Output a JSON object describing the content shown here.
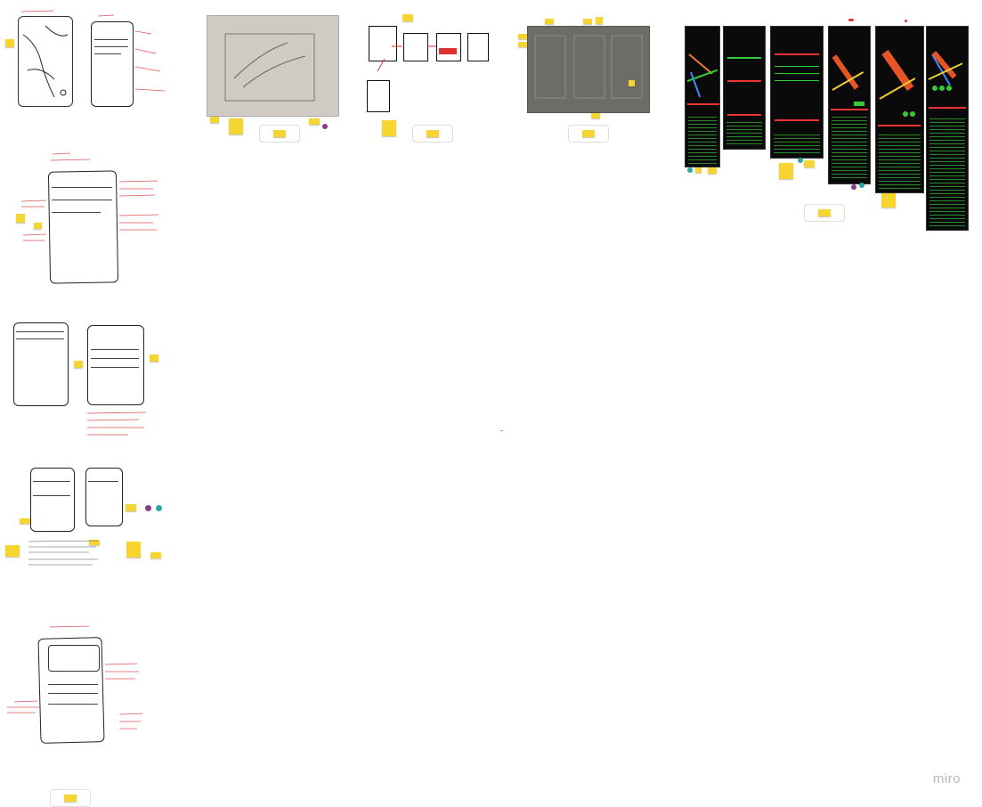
{
  "app": {
    "logo_text": "miro"
  },
  "colors": {
    "sticky": "#f7d531",
    "red_ink": "#cc3333",
    "green_ink": "#33cc33",
    "canvas": "#ffffff"
  },
  "icons": {
    "miro_logo": "miro-wordmark",
    "reaction_purple": "purple-avatar-dot",
    "reaction_teal": "teal-avatar-dot"
  }
}
